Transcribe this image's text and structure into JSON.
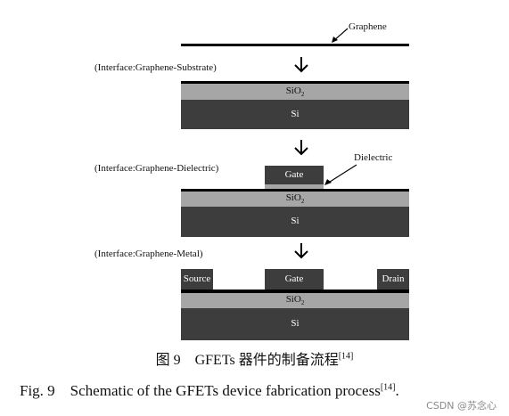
{
  "stage1": {
    "graphene_label": "Graphene",
    "interface_label": "(Interface:Graphene-Substrate)",
    "sio2_label": "SiO",
    "sio2_sub": "2",
    "si_label": "Si"
  },
  "stage2": {
    "interface_label": "(Interface:Graphene-Dielectric)",
    "dielectric_label": "Dielectric",
    "gate_label": "Gate",
    "sio2_label": "SiO",
    "sio2_sub": "2",
    "si_label": "Si"
  },
  "stage3": {
    "interface_label": "(Interface:Graphene-Metal)",
    "source_label": "Source",
    "gate_label": "Gate",
    "drain_label": "Drain",
    "sio2_label": "SiO",
    "sio2_sub": "2",
    "si_label": "Si"
  },
  "caption": {
    "cn_text": "图 9　GFETs 器件的制备流程",
    "cn_ref": "[14]",
    "en_text": "Fig. 9　Schematic of the GFETs device fabrication process",
    "en_ref": "[14]",
    "en_end": "."
  },
  "watermark": "CSDN @苏念心",
  "colors": {
    "si": "#3d3d3d",
    "sio2": "#a6a6a6",
    "graphene": "#000000"
  }
}
